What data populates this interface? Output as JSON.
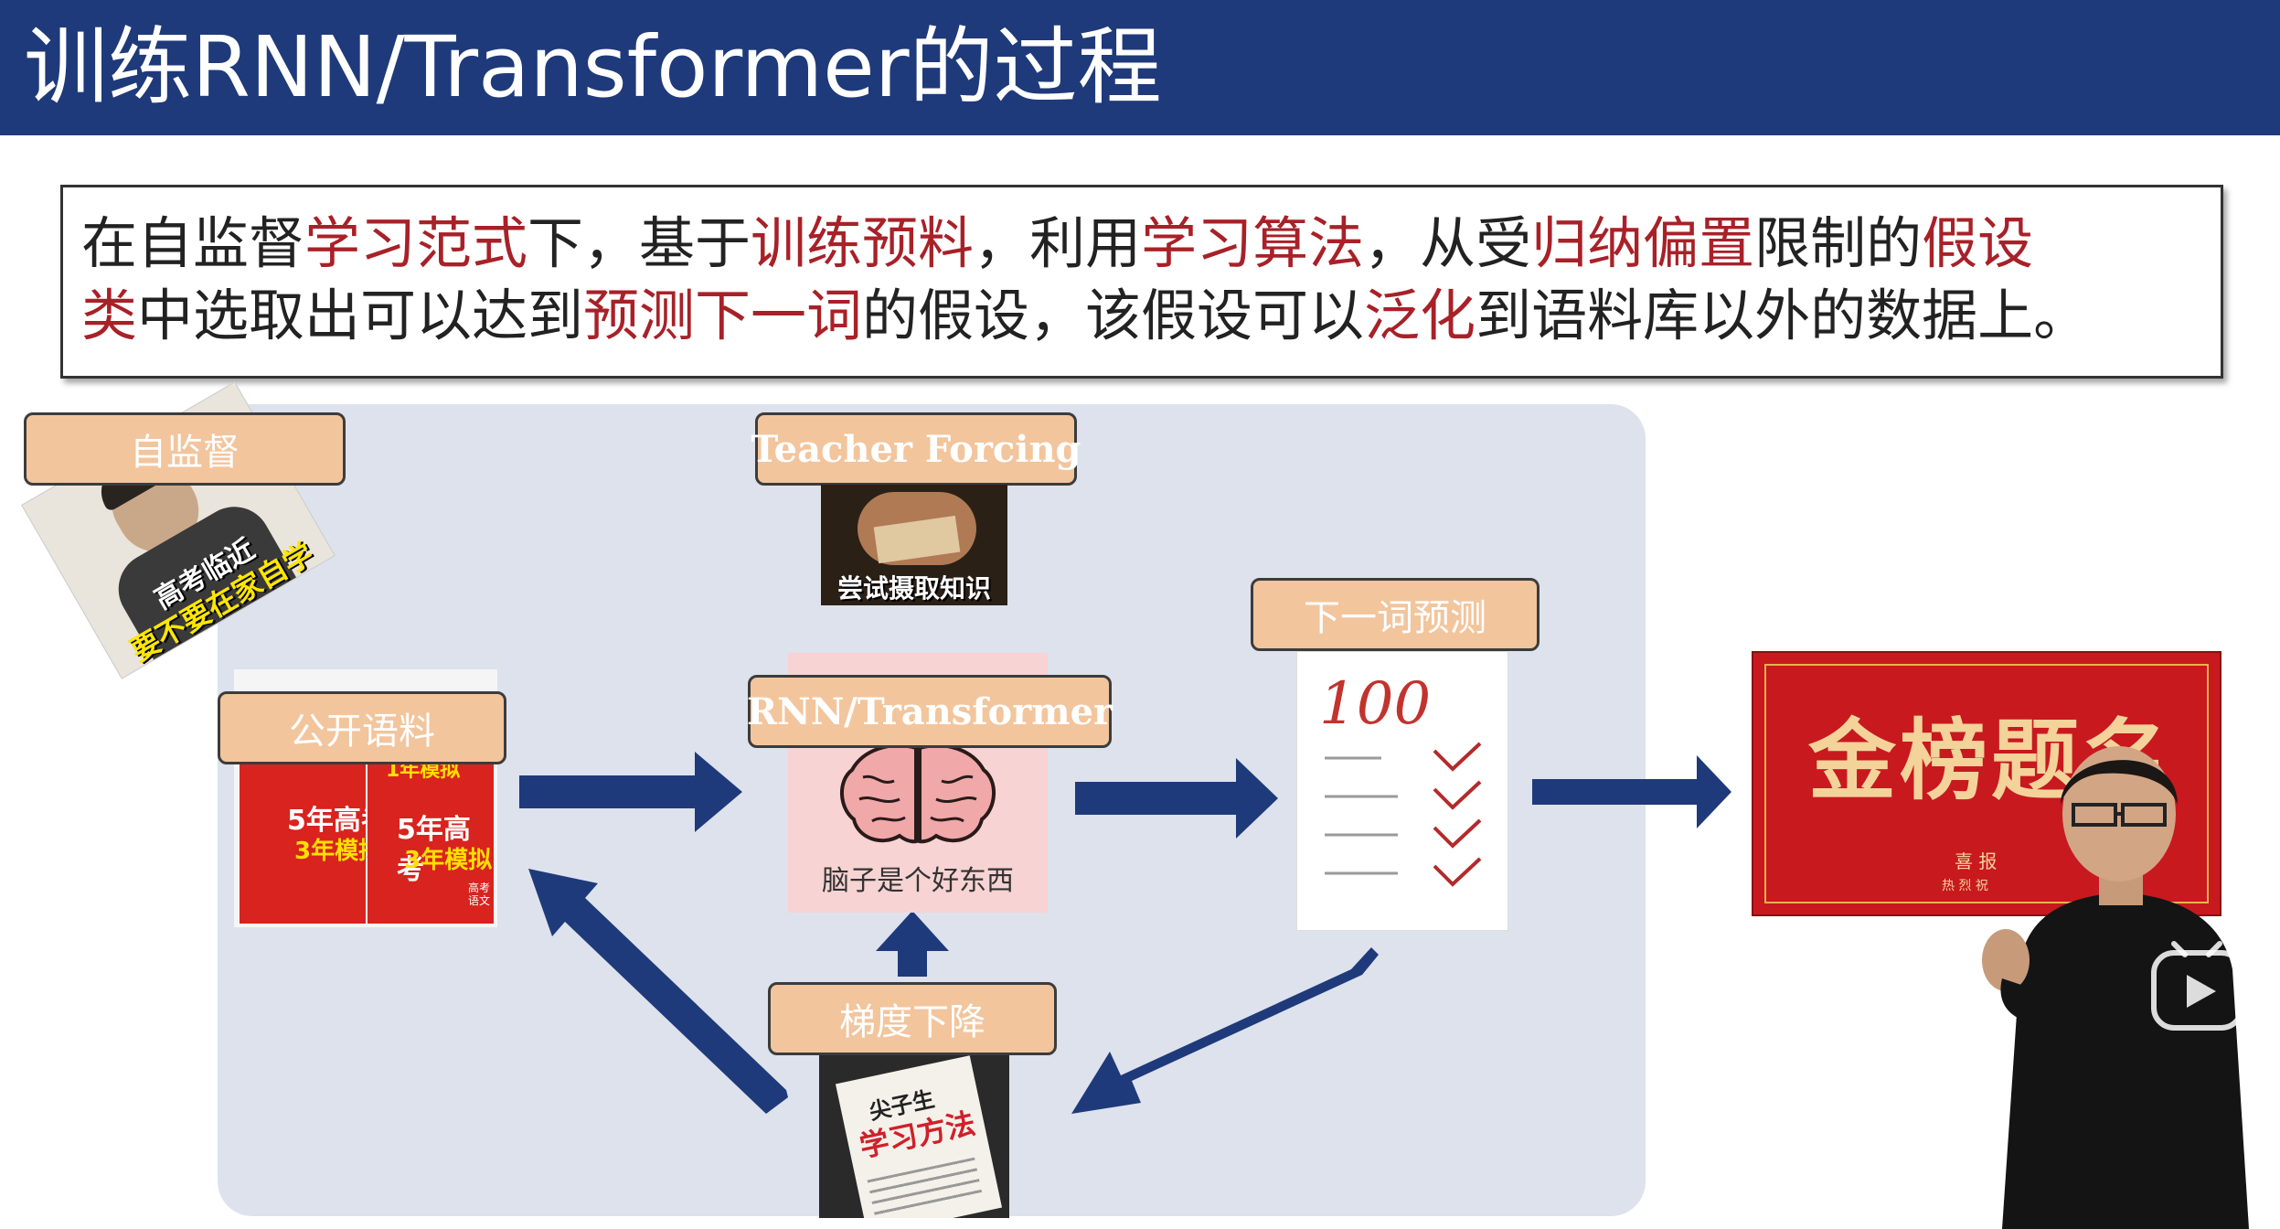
{
  "slide": {
    "title": "训练RNN/Transformer的过程",
    "statement": {
      "line1": [
        {
          "text": "在自监督",
          "hl": false
        },
        {
          "text": "学习范式",
          "hl": true
        },
        {
          "text": "下，基于",
          "hl": false
        },
        {
          "text": "训练预料",
          "hl": true
        },
        {
          "text": "，利用",
          "hl": false
        },
        {
          "text": "学习算法",
          "hl": true
        },
        {
          "text": "，从受",
          "hl": false
        },
        {
          "text": "归纳偏置",
          "hl": true
        },
        {
          "text": "限制的",
          "hl": false
        },
        {
          "text": "假设",
          "hl": true
        }
      ],
      "line2": [
        {
          "text": "类",
          "hl": true
        },
        {
          "text": "中选取出可以达到",
          "hl": false
        },
        {
          "text": "预测下一词",
          "hl": true
        },
        {
          "text": "的假设，该假设可以",
          "hl": false
        },
        {
          "text": "泛化",
          "hl": true
        },
        {
          "text": "到语料库以外的数据上。",
          "hl": false
        }
      ]
    }
  },
  "labels": {
    "self_supervised": "自监督",
    "teacher_forcing": "Teacher Forcing",
    "next_word": "下一词预测",
    "corpus": "公开语料",
    "model": "RNN/Transformer",
    "gradient": "梯度下降"
  },
  "images": {
    "selfstudy_caption_1": "高考临近",
    "selfstudy_caption_2": "要不要在家自学",
    "teacher_caption": "尝试摄取知识",
    "brain_caption": "脑子是个好东西",
    "score": "100",
    "book_left_big": "5年高考",
    "book_left_small": "3年模拟",
    "book_top": "1年模拟",
    "book_side": "高考语文",
    "study_book_title_1": "尖子生",
    "study_book_title_2": "学习方法",
    "banner_text": "金榜题名",
    "banner_sub": "喜 报",
    "banner_sub2": "热 烈 祝"
  },
  "colors": {
    "title_bar": "#1f3a7a",
    "highlight": "#a82128",
    "label_fill": "#f2c59d",
    "arrow": "#1f3a7a",
    "panel": "#dde2ec"
  }
}
